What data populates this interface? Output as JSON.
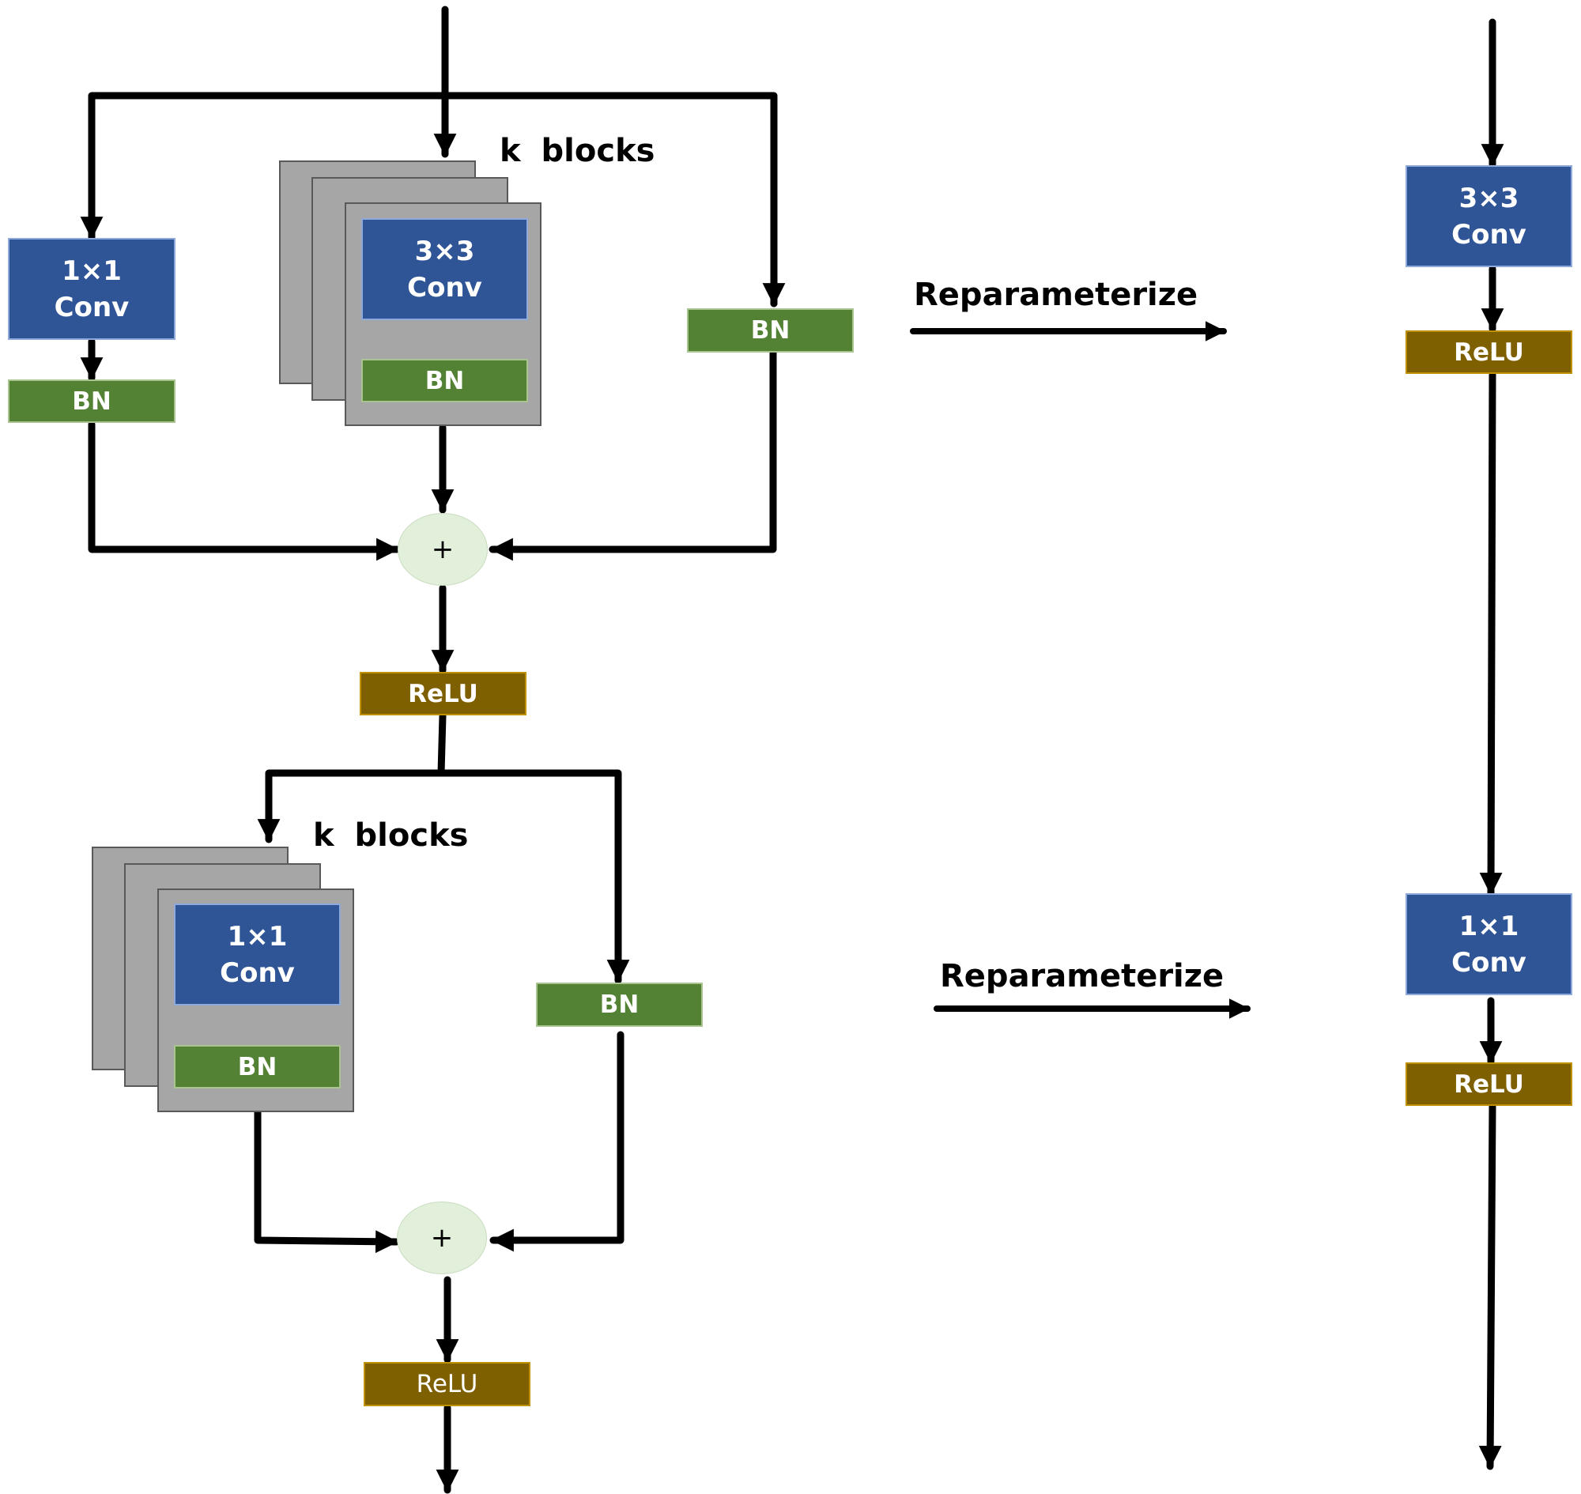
{
  "top_block": {
    "k_label": "k  blocks",
    "left_branch": {
      "conv": [
        "1×1",
        "Conv"
      ],
      "bn": "BN"
    },
    "middle_branch": {
      "conv": [
        "3×3",
        "Conv"
      ],
      "bn": "BN"
    },
    "right_branch": {
      "bn": "BN"
    },
    "sum_symbol": "+",
    "relu": "ReLU"
  },
  "bottom_block": {
    "k_label": "k  blocks",
    "left_branch": {
      "conv": [
        "1×1",
        "Conv"
      ],
      "bn": "BN"
    },
    "right_branch": {
      "bn": "BN"
    },
    "sum_symbol": "+",
    "relu": "ReLU"
  },
  "reparam_arrows": [
    "Reparameterize",
    "Reparameterize"
  ],
  "inference": {
    "first": {
      "conv": [
        "3×3",
        "Conv"
      ],
      "relu": "ReLU"
    },
    "second": {
      "conv": [
        "1×1",
        "Conv"
      ],
      "relu": "ReLU"
    }
  },
  "colors": {
    "conv": "#2f5597",
    "bn": "#548235",
    "relu": "#7f6000",
    "stack": "#a6a6a6",
    "sum": "#e2efda",
    "wire": "#000000"
  }
}
